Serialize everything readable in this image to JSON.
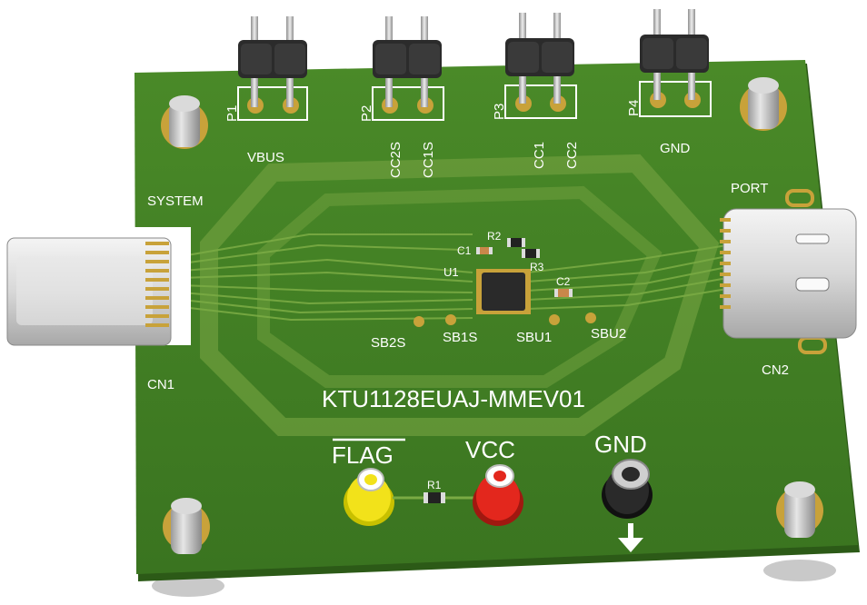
{
  "board": {
    "part_number": "KTU1128EUAJ-MMEV01",
    "colors": {
      "pcb": "#3f7a22",
      "pcb_edge": "#2c5a17",
      "copper": "#6a9a3a",
      "pad": "#c8a23a",
      "silk": "#ffffff"
    }
  },
  "headers": [
    {
      "ref": "P1",
      "label": "VBUS",
      "pins": []
    },
    {
      "ref": "P2",
      "label": "",
      "pins": [
        "CC2S",
        "CC1S"
      ]
    },
    {
      "ref": "P3",
      "label": "",
      "pins": [
        "CC1",
        "CC2"
      ]
    },
    {
      "ref": "P4",
      "label": "GND",
      "pins": []
    }
  ],
  "connectors": {
    "cn1": {
      "ref": "CN1",
      "label": "SYSTEM"
    },
    "cn2": {
      "ref": "CN2",
      "label": "PORT"
    }
  },
  "chip": {
    "ref": "U1"
  },
  "passives": {
    "c1": "C1",
    "c2": "C2",
    "r1": "R1",
    "r2": "R2",
    "r3": "R3"
  },
  "test_points": [
    "SB2S",
    "SB1S",
    "SBU1",
    "SBU2"
  ],
  "terminals": [
    {
      "label": "FLAG",
      "color": "#f2e21a"
    },
    {
      "label": "VCC",
      "color": "#e3271d"
    },
    {
      "label": "GND",
      "color": "#2a2a2a"
    }
  ]
}
